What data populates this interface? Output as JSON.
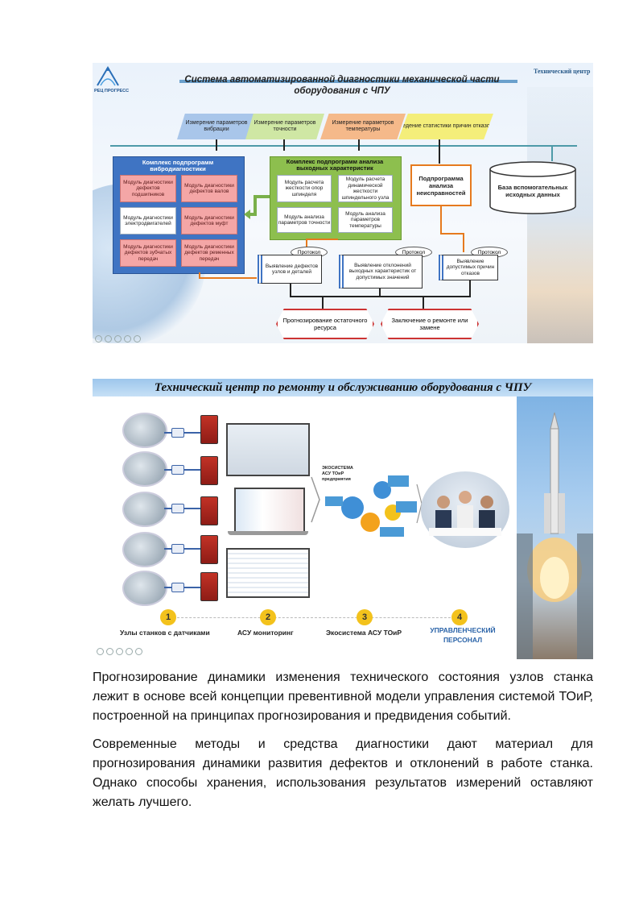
{
  "slide1": {
    "title": "Система автоматизированной диагностики механической части оборудования с ЧПУ",
    "logo_text": "РЕЦ ПРОГРЕСС",
    "corner_title": "Технический центр",
    "inputs": [
      "Измерение параметров вибрации",
      "Измерение параметров точности",
      "Измерение параметров температуры",
      "Ведение статистики причин отказов"
    ],
    "vibro_complex": {
      "title": "Комплекс подпрограмм вибродиагностики",
      "modules": [
        "Модуль диагностики дефектов подшипников",
        "Модуль диагностики дефектов валов",
        "Модуль диагностики электродвигателей",
        "Модуль диагностики дефектов муфт",
        "Модуль диагностики дефектов зубчатых передач",
        "Модуль диагностики дефектов ременных передач"
      ]
    },
    "output_complex": {
      "title": "Комплекс подпрограмм анализа выходных характеристик",
      "modules": [
        "Модуль расчета жесткости опор шпинделя",
        "Модуль расчета динамической жесткости шпиндельного узла",
        "Модуль анализа параметров точности",
        "Модуль анализа параметров температуры"
      ]
    },
    "fault_program": "Подпрограмма анализа неисправностей",
    "database": "База вспомогательных исходных данных",
    "protocol_label": "Протокол",
    "protocols": [
      "Выявление дефектов узлов и деталей",
      "Выявление отклонений выходных характеристик от допустимых значений",
      "Выявление допустимых причин отказов"
    ],
    "outputs": [
      "Прогнозирование остаточного ресурса",
      "Заключение о ремонте или замене"
    ],
    "colors": {
      "orange": "#e67a1e",
      "teal": "#4e9aa8",
      "blue": "#3f74c3",
      "green": "#8dbf4e",
      "pink": "#f4a6a6",
      "red": "#cc3333"
    }
  },
  "slide2": {
    "title": "Технический центр по ремонту и обслуживанию оборудования с ЧПУ",
    "eco_label": "ЭКОСИСТЕМА АСУ ТОиР предприятия",
    "steps": [
      {
        "num": "1",
        "label": "Узлы станков с датчиками"
      },
      {
        "num": "2",
        "label": "АСУ мониторинг"
      },
      {
        "num": "3",
        "label": "Экосистема АСУ ТОиР"
      },
      {
        "num": "4",
        "label": "УПРАВЛЕНЧЕСКИЙ ПЕРСОНАЛ"
      }
    ]
  },
  "paragraphs": [
    "Прогнозирование динамики изменения технического состояния узлов станка лежит в основе всей концепции превентивной модели управления системой ТОиР, построенной на принципах прогнозирования и предвидения событий.",
    "Современные методы и средства диагностики дают материал для прогнозирования динамики развития дефектов и отклонений в работе станка. Однако способы хранения, использования результатов измерений оставляют желать лучшего."
  ]
}
